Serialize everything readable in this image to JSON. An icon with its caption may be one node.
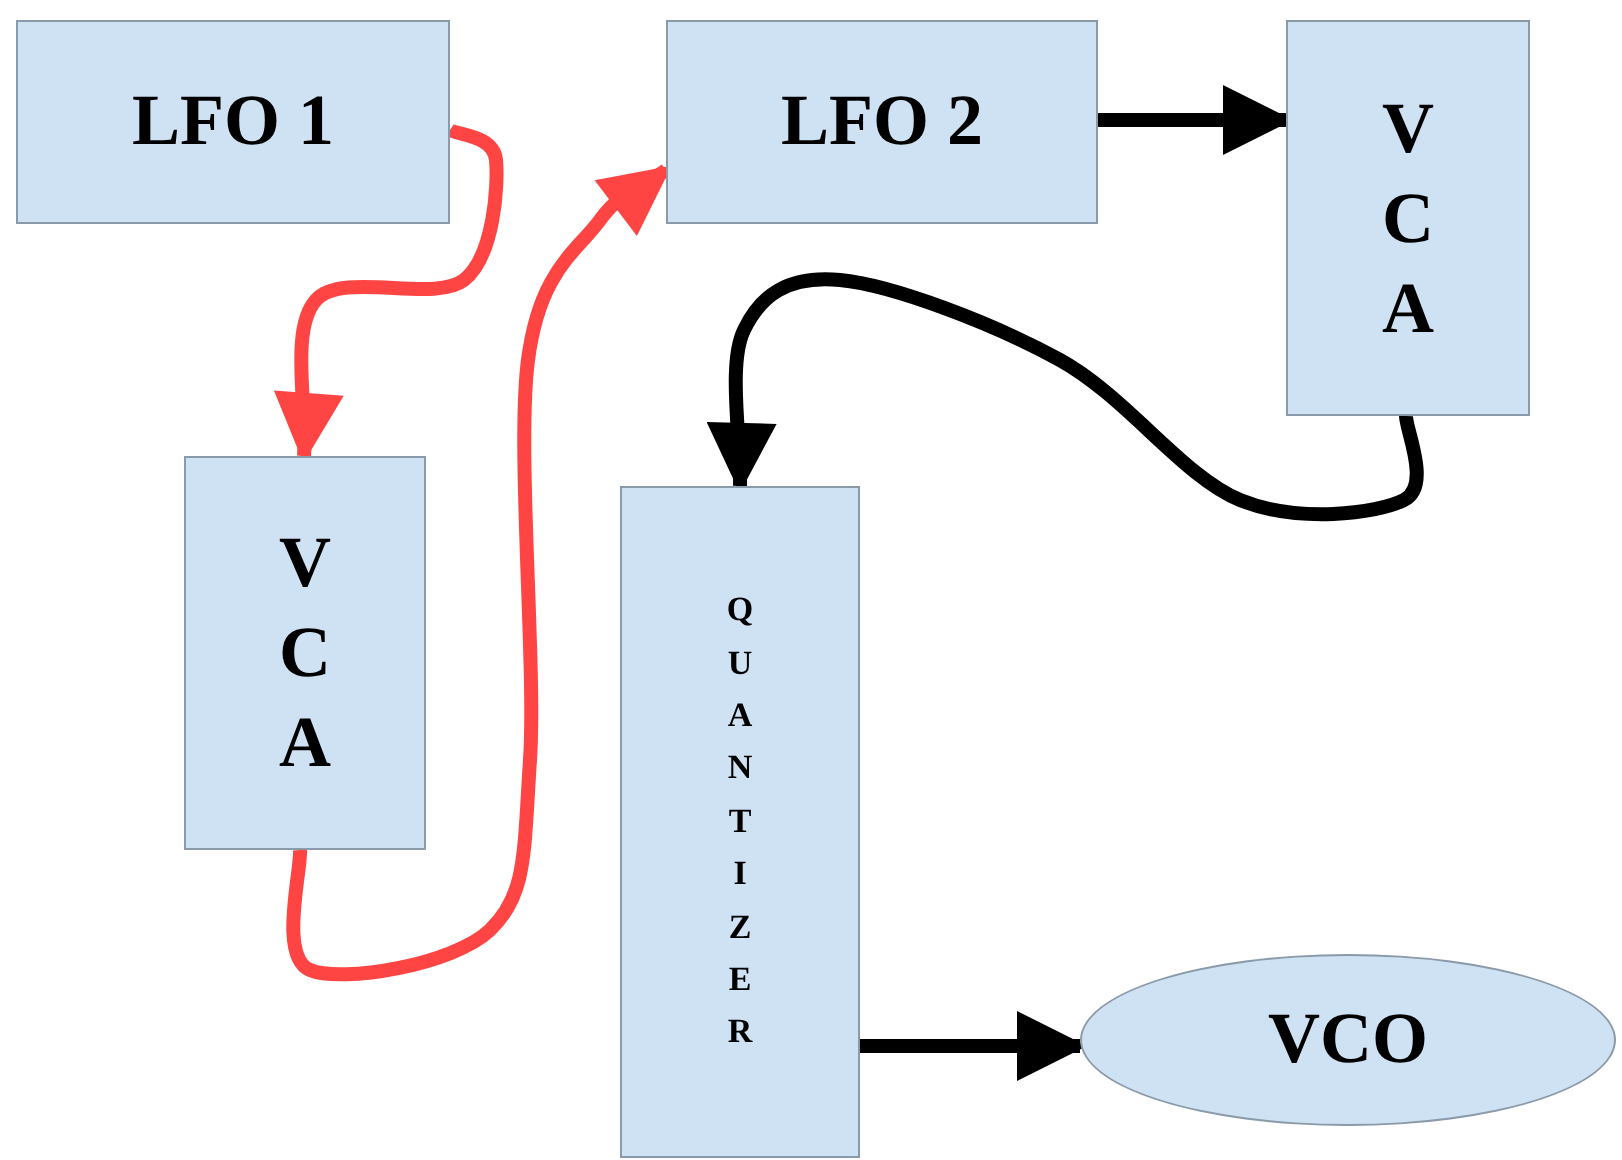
{
  "diagram": {
    "nodes": [
      {
        "text": [
          "LFO 1"
        ]
      },
      {
        "text": [
          "LFO 2"
        ]
      },
      {
        "text": [
          "VCA"
        ]
      },
      {
        "text": [
          "VCA"
        ]
      },
      {
        "text": [
          "QUANTIZER"
        ]
      },
      {
        "text": [
          "VCO"
        ]
      }
    ],
    "edges": [
      {
        "from": 0,
        "to": 3,
        "arrow": "to",
        "color": "#ff4444"
      },
      {
        "from": 3,
        "to": 1,
        "arrow": "to",
        "color": "#ff4444"
      },
      {
        "from": 1,
        "to": 2,
        "arrow": "to"
      },
      {
        "from": 2,
        "to": 4,
        "arrow": "to"
      },
      {
        "from": 4,
        "to": 5,
        "arrow": "to"
      }
    ]
  }
}
